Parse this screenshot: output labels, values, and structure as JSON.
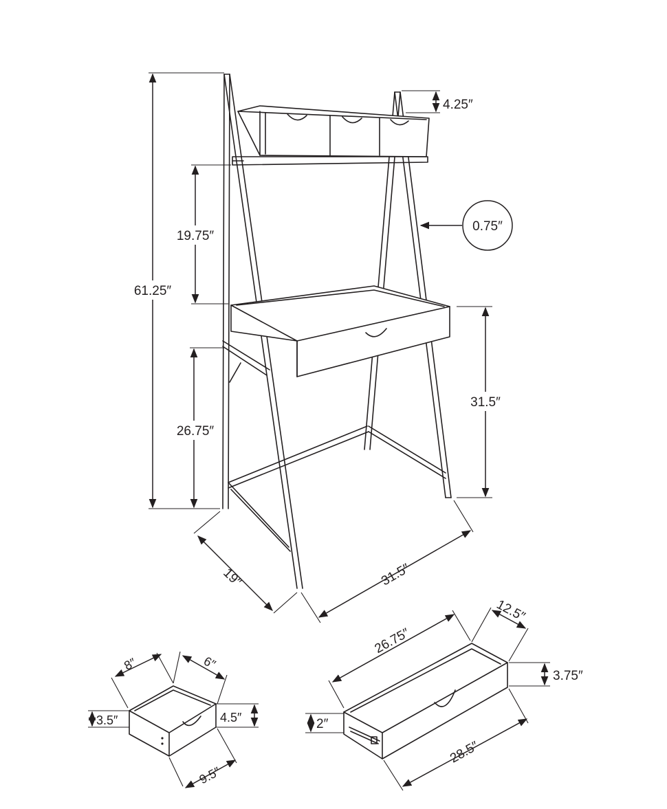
{
  "dimensions": {
    "overall_height": "61.25″",
    "top_shelf_height": "4.25″",
    "shelf_gap": "19.75″",
    "frame_thickness": "0.75″",
    "desk_height": "31.5″",
    "under_desk_clearance": "26.75″",
    "depth": "19″",
    "width": "31.5″"
  },
  "small_drawer": {
    "width": "8″",
    "depth": "6″",
    "inner_height": "3.5″",
    "outer_height": "4.5″",
    "front_width": "9.5″"
  },
  "large_drawer": {
    "inner_length": "26.75″",
    "depth": "12.5″",
    "outer_height": "3.75″",
    "inner_height": "2″",
    "front_length": "28.5″"
  }
}
